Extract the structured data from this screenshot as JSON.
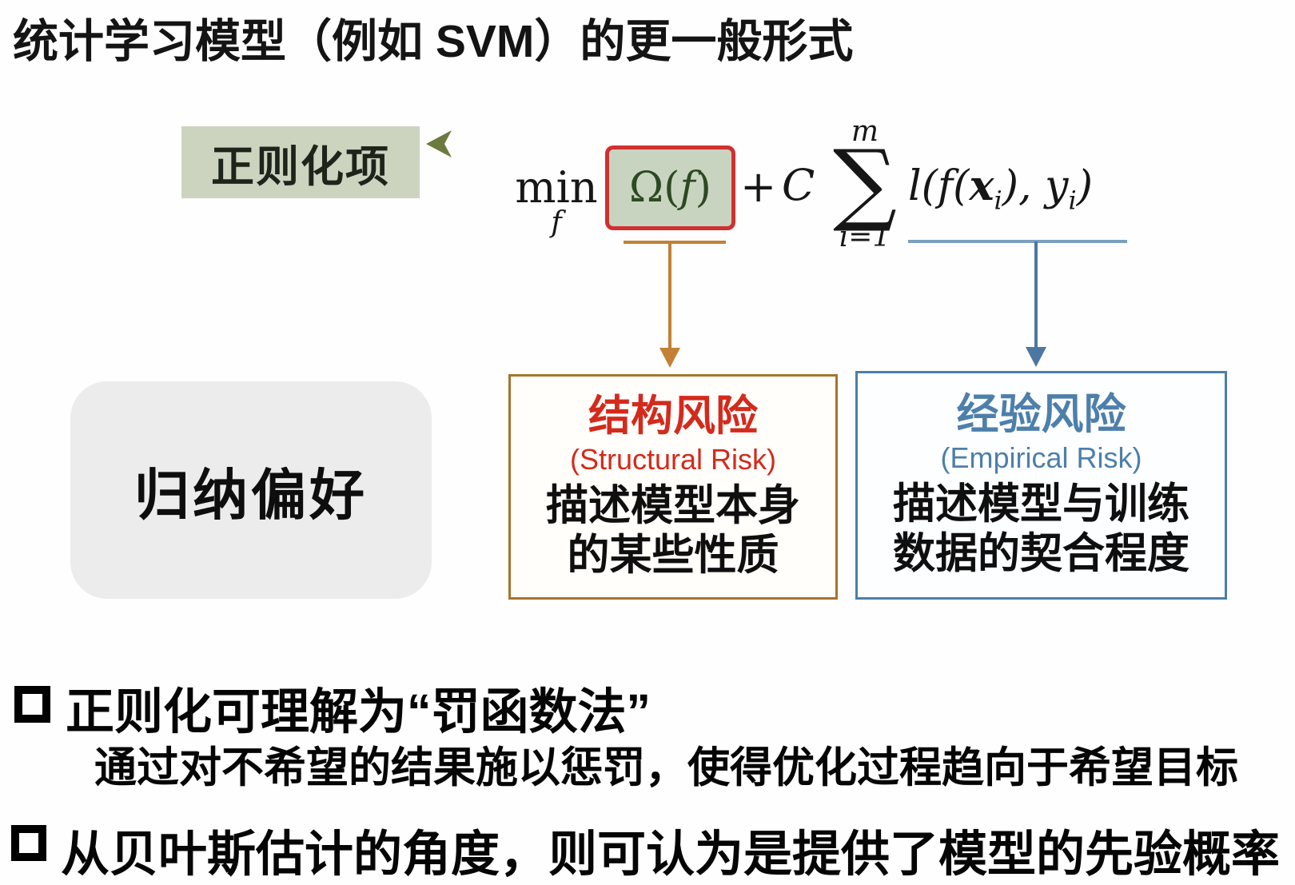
{
  "title": "统计学习模型（例如 SVM）的更一般形式",
  "regularization_label": {
    "text": "正则化项"
  },
  "formula": {
    "min": "min",
    "min_subscript": "f",
    "regularizer_pre": "Ω(",
    "regularizer_arg": "f",
    "regularizer_post": ")",
    "plus": "+",
    "coefficient": "C",
    "sum_upper": "m",
    "sum_sigma": "∑",
    "sum_lower": "i=1",
    "loss_prefix": "l(f(",
    "loss_x": "x",
    "loss_x_sub": "i",
    "loss_middle": "), ",
    "loss_y": "y",
    "loss_y_sub": "i",
    "loss_suffix": ")"
  },
  "inductive_bias_box": {
    "label": "归纳偏好"
  },
  "structural_risk_box": {
    "title_zh": "结构风险",
    "title_en": "(Structural Risk)",
    "line1": "描述模型本身",
    "line2": "的某些性质"
  },
  "empirical_risk_box": {
    "title_zh": "经验风险",
    "title_en": "(Empirical Risk)",
    "line1": "描述模型与训练",
    "line2": "数据的契合程度"
  },
  "bullets": [
    {
      "text": "正则化可理解为“罚函数法”",
      "subtext": "通过对不希望的结果施以惩罚，使得优化过程趋向于希望目标"
    },
    {
      "text": "从贝叶斯估计的角度，则可认为是提供了模型的先验概率"
    }
  ],
  "colors": {
    "structural_accent": "#d42a1c",
    "structural_border": "#a8732d",
    "empirical_accent": "#4d7fab",
    "regularizer_box_border": "#d03030",
    "regularizer_box_bg": "#c9d4c0",
    "regularization_label_bg": "#ccd3bf",
    "orange_arrow": "#c28135",
    "blue_arrow": "#4d77a3",
    "inductive_box_bg": "#ececec",
    "label_dart": "#6b7a3f"
  }
}
